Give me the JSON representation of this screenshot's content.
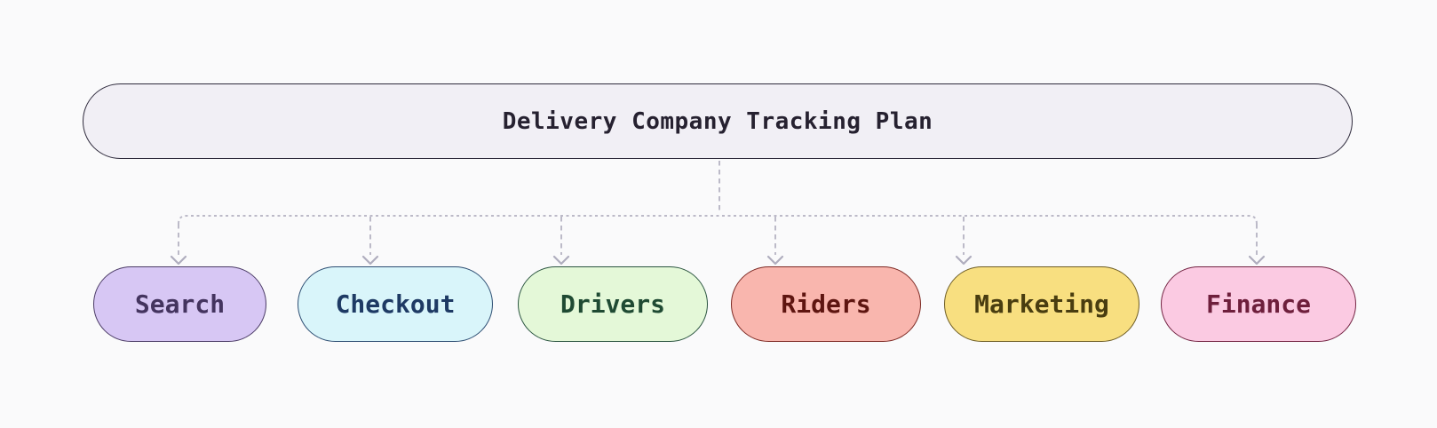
{
  "diagram": {
    "root": {
      "label": "Delivery Company Tracking Plan",
      "fill": "#F1EFF5",
      "border_color": "#2E2A3C",
      "text_color": "#262130"
    },
    "children": [
      {
        "id": "search",
        "label": "Search",
        "fill": "#D7C7F4",
        "border_color": "#4B3B66",
        "text_color": "#44345F"
      },
      {
        "id": "checkout",
        "label": "Checkout",
        "fill": "#D9F5FA",
        "border_color": "#2C4D72",
        "text_color": "#1E3A64"
      },
      {
        "id": "drivers",
        "label": "Drivers",
        "fill": "#E4F8D8",
        "border_color": "#2B5540",
        "text_color": "#1F4A33"
      },
      {
        "id": "riders",
        "label": "Riders",
        "fill": "#F9B6AE",
        "border_color": "#7E2A24",
        "text_color": "#5E1510"
      },
      {
        "id": "marketing",
        "label": "Marketing",
        "fill": "#F8DF80",
        "border_color": "#6E5D24",
        "text_color": "#493D10"
      },
      {
        "id": "finance",
        "label": "Finance",
        "fill": "#FBCAE2",
        "border_color": "#732342",
        "text_color": "#6E1F3C"
      }
    ],
    "connector_color": "#BCBAC8",
    "arrowhead_color": "#AFADBE",
    "background": "#FAFAFB"
  }
}
